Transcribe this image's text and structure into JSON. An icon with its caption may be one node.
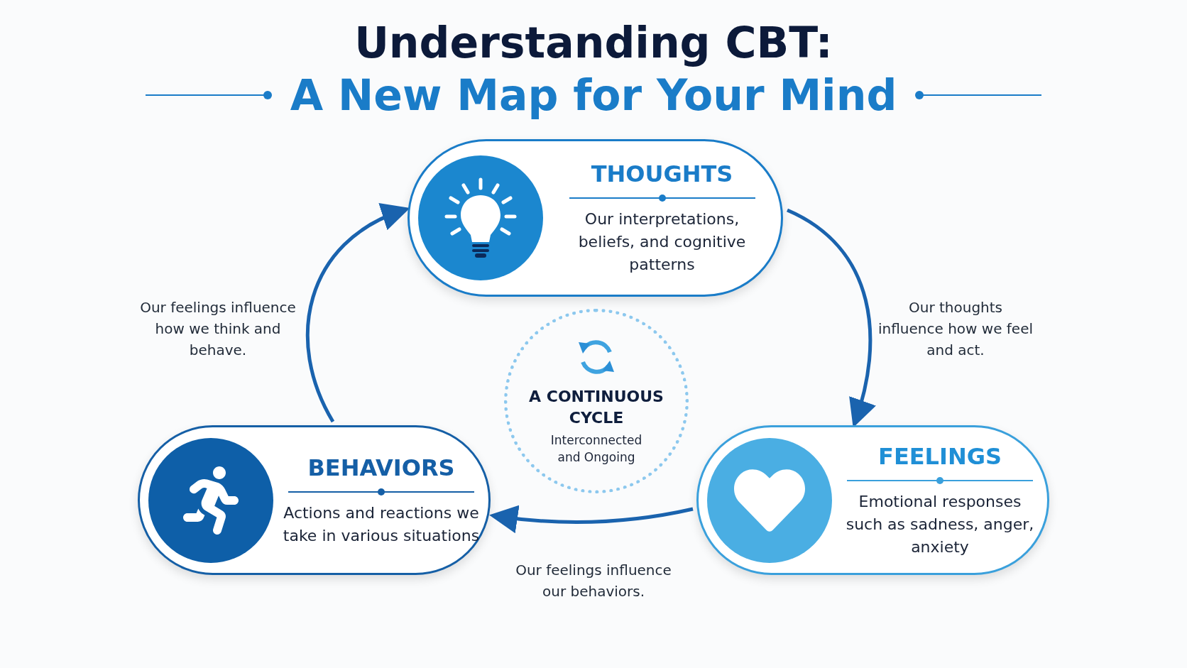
{
  "diagram": {
    "title": "Understanding CBT:",
    "nodes": [
      {
        "text": [
          "THOUGHTS",
          "Our interpretations, beliefs, and cognitive patterns"
        ]
      },
      {
        "text": [
          "A CONTINUOUS CYCLE",
          "Interconnected and Ongoing"
        ]
      },
      {
        "text": [
          "BEHAVIORS",
          "Actions and reactions we take in various situations"
        ]
      },
      {
        "text": [
          "FEELINGS",
          "Emotional responses such as sadness, anger, anxiety"
        ]
      }
    ],
    "edges": [
      {
        "from": 0,
        "to": 3,
        "arrow": "to",
        "label": "Our thoughts influence how we feel and act."
      },
      {
        "from": 3,
        "to": 2,
        "arrow": "to",
        "label": "Our feelings influence our behaviors."
      },
      {
        "from": 2,
        "to": 0,
        "arrow": "to",
        "label": "Our feelings influence how we think and behave."
      }
    ],
    "labels": [
      "A New Map for Your Mind"
    ]
  }
}
